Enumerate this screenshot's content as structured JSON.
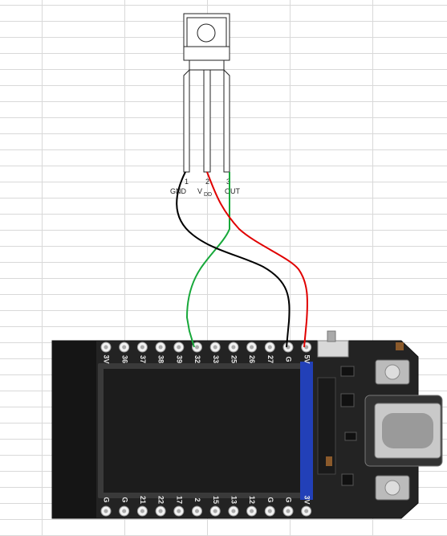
{
  "sensor": {
    "pins": [
      {
        "number": "1",
        "name": "GND"
      },
      {
        "number": "2",
        "name": "V",
        "subscript": "DD"
      },
      {
        "number": "3",
        "name": "OUT"
      }
    ]
  },
  "board": {
    "top_header": [
      "3V",
      "36",
      "37",
      "38",
      "39",
      "32",
      "33",
      "25",
      "26",
      "27",
      "G",
      "5V"
    ],
    "bottom_header": [
      "G",
      "G",
      "21",
      "22",
      "17",
      "2",
      "15",
      "13",
      "12",
      "G",
      "G",
      "3V"
    ]
  },
  "wires": [
    {
      "name": "GND",
      "color": "#000000",
      "from": "1",
      "to": "G"
    },
    {
      "name": "VDD",
      "color": "#e00000",
      "from": "2",
      "to": "5V"
    },
    {
      "name": "OUT",
      "color": "#17a83a",
      "from": "3",
      "to": "32"
    }
  ]
}
